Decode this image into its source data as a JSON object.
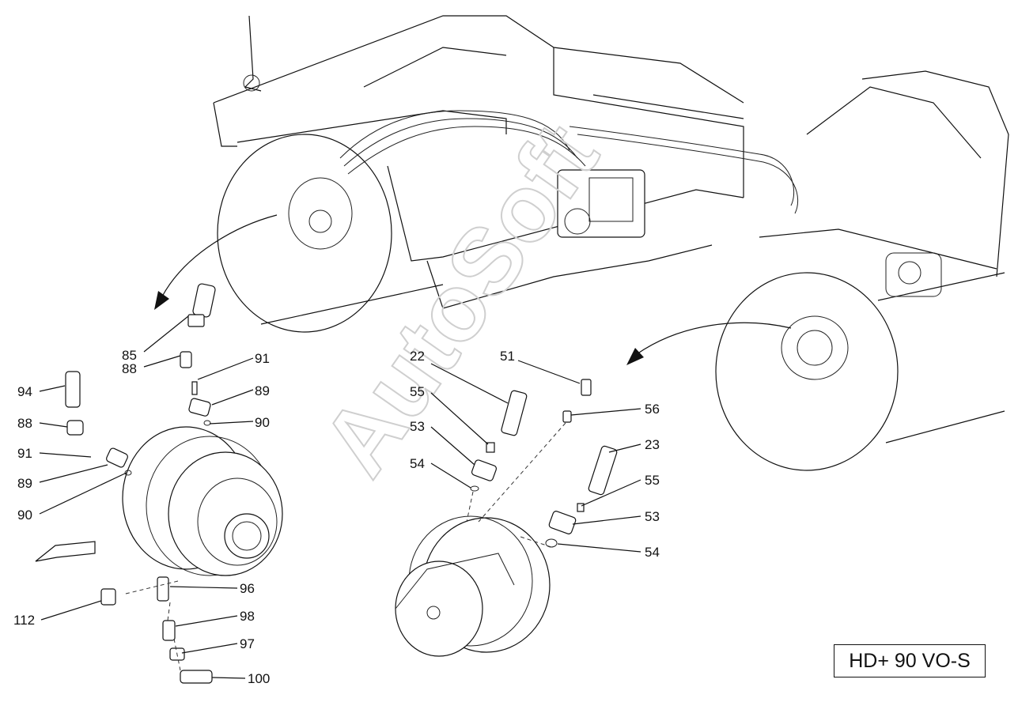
{
  "model": "HD+ 90 VO-S",
  "watermark": "AutoSoft",
  "callouts": {
    "c85": "85",
    "c88a": "88",
    "c91a": "91",
    "c89a": "89",
    "c90a": "90",
    "c94": "94",
    "c88b": "88",
    "c91b": "91",
    "c89b": "89",
    "c90b": "90",
    "c96": "96",
    "c112": "112",
    "c98": "98",
    "c97": "97",
    "c100": "100",
    "c22": "22",
    "c51": "51",
    "c55a": "55",
    "c56": "56",
    "c53a": "53",
    "c54a": "54",
    "c23": "23",
    "c55b": "55",
    "c53b": "53",
    "c54b": "54"
  }
}
